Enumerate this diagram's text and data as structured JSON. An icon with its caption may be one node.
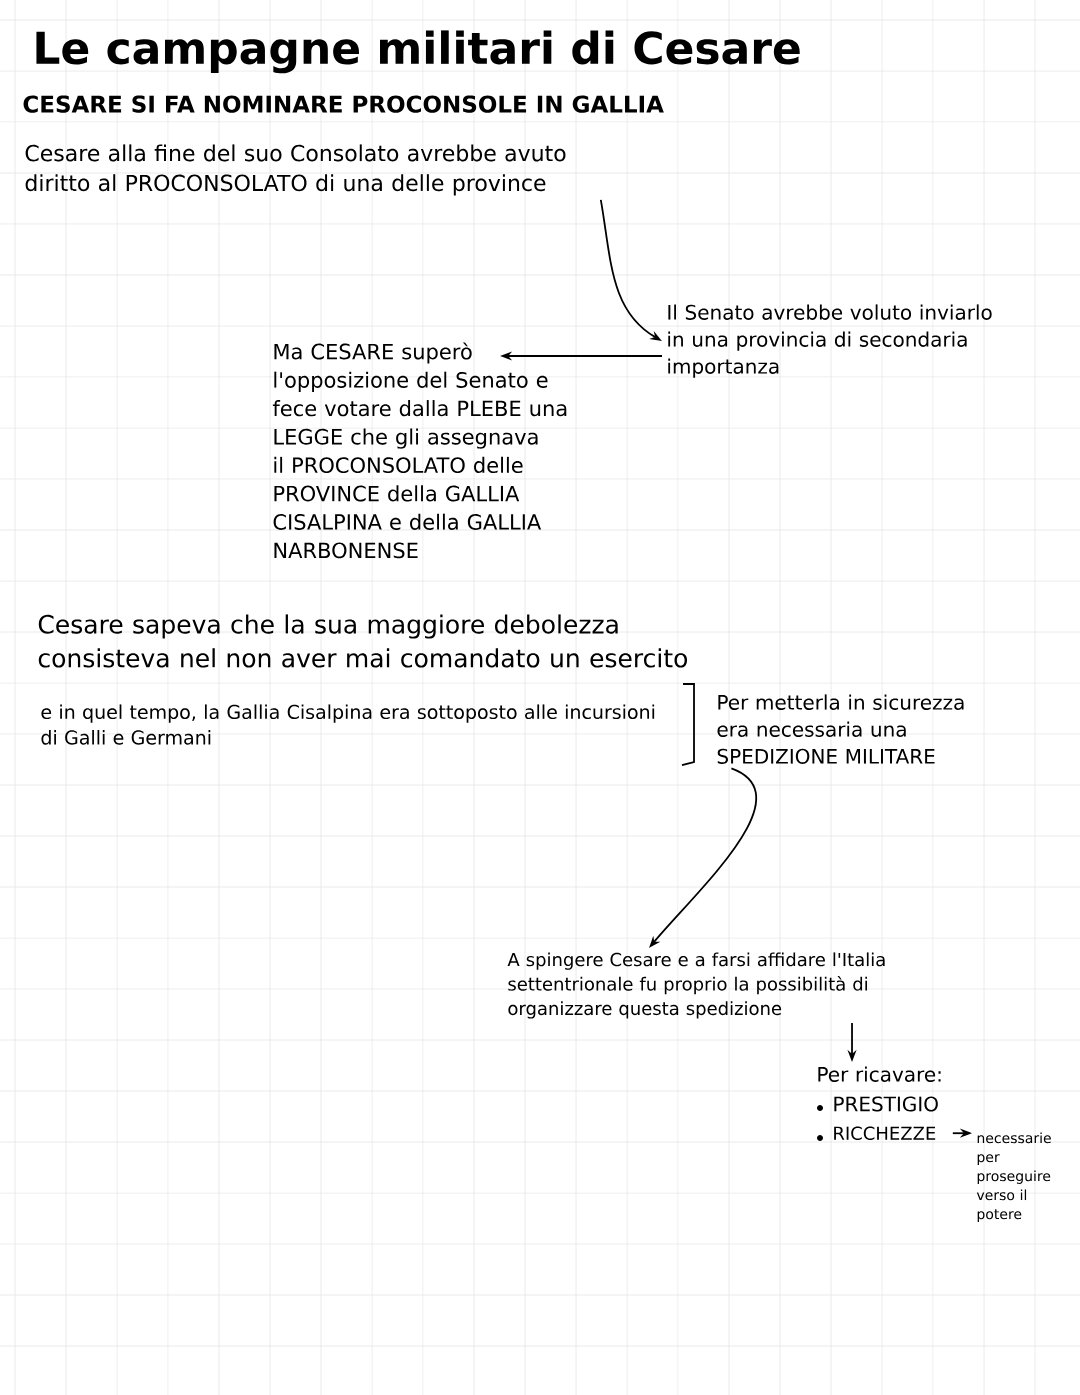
{
  "diagram": {
    "title": "Le campagne militari di Cesare",
    "nodes": [
      {
        "text": [
          "Cesare alla fine del suo Consolato avrebbe avuto diritto al PROCONSOLATO di una delle province"
        ]
      },
      {
        "text": [
          "Il Senato avrebbe voluto inviarlo in una provincia di secondaria importanza"
        ]
      },
      {
        "text": [
          "Ma CESARE superò l'opposizione del Senato e fece votare dalla PLEBE una LEGGE che gli assegnava il PROCONSOLATO delle PROVINCE della GALLIA CISALPINA e della GALLIA NARBONENSE"
        ]
      },
      {
        "text": [
          "Cesare sapeva che la sua maggiore debolezza consisteva nel non aver mai comandato un esercito"
        ]
      },
      {
        "text": [
          "e in quel tempo, la Gallia Cisalpina era sottoposto alle incursioni di Galli e Germani"
        ]
      },
      {
        "text": [
          "Per metterla in sicurezza era necessaria una SPEDIZIONE MILITARE"
        ]
      },
      {
        "text": [
          "A spingere Cesare e a farsi affidare l'Italia settentrionale fu proprio la possibilità di organizzare questa spedizione"
        ]
      },
      {
        "text": [
          "Per ricavare:"
        ]
      },
      {
        "text": [
          "PRESTIGIO"
        ]
      },
      {
        "text": [
          "RICCHEZZE"
        ]
      },
      {
        "text": [
          "necessarie per proseguire verso il potere"
        ]
      }
    ],
    "edges": [
      {
        "from": 0,
        "to": 1,
        "arrow": "to"
      },
      {
        "from": 1,
        "to": 2,
        "arrow": "to"
      },
      {
        "from": 5,
        "to": 6,
        "arrow": "to"
      },
      {
        "from": 6,
        "to": 7,
        "arrow": "to"
      },
      {
        "from": 9,
        "to": 10,
        "arrow": "to"
      }
    ],
    "labels": [
      "CESARE SI FA NOMINARE PROCONSOLE IN GALLIA"
    ]
  }
}
